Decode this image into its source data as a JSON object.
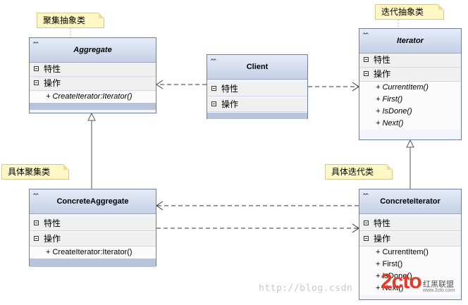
{
  "notes": {
    "aggregate": "聚集抽象类",
    "iterator": "迭代抽象类",
    "concrete_aggregate": "具体聚集类",
    "concrete_iterator": "具体迭代类"
  },
  "classes": {
    "aggregate": {
      "name": "Aggregate",
      "attr": "特性",
      "ops_label": "操作",
      "ops": [
        "+ CreateIterator:Iterator()"
      ]
    },
    "client": {
      "name": "Client",
      "attr": "特性",
      "ops_label": "操作"
    },
    "iterator": {
      "name": "Iterator",
      "attr": "特性",
      "ops_label": "操作",
      "ops": [
        "+ CurrentItem()",
        "+ First()",
        "+ IsDone()",
        "+ Next()"
      ]
    },
    "concrete_aggregate": {
      "name": "ConcreteAggregate",
      "attr": "特性",
      "ops_label": "操作",
      "ops": [
        "+ CreateIterator:Iterator()"
      ]
    },
    "concrete_iterator": {
      "name": "ConcreteIterator",
      "attr": "特性",
      "ops_label": "操作",
      "ops": [
        "+ CurrentItem()",
        "+ First()",
        "+ IsDone()",
        "+ Next()"
      ]
    }
  },
  "watermark": "http://blog.csdn",
  "logo": {
    "main": "2cto",
    "sub": "红黑联盟",
    "url": "www.2cto.com"
  },
  "colors": {
    "note_bg": "#fff8c6",
    "class_header": "#c5d0e6",
    "logo": "#e53a2a"
  }
}
